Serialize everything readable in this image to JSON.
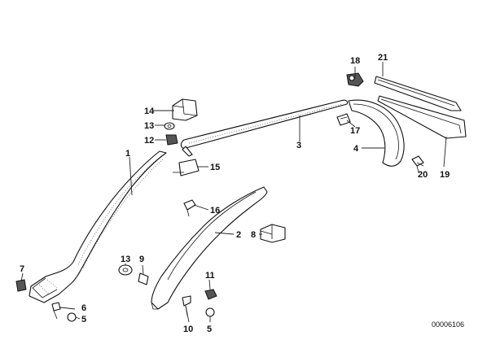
{
  "diagram": {
    "reference_code": "00006106",
    "callouts": [
      "1",
      "2",
      "3",
      "4",
      "5",
      "5",
      "6",
      "7",
      "8",
      "9",
      "10",
      "11",
      "12",
      "13",
      "14",
      "15",
      "16",
      "17",
      "18",
      "19",
      "20",
      "21"
    ]
  }
}
